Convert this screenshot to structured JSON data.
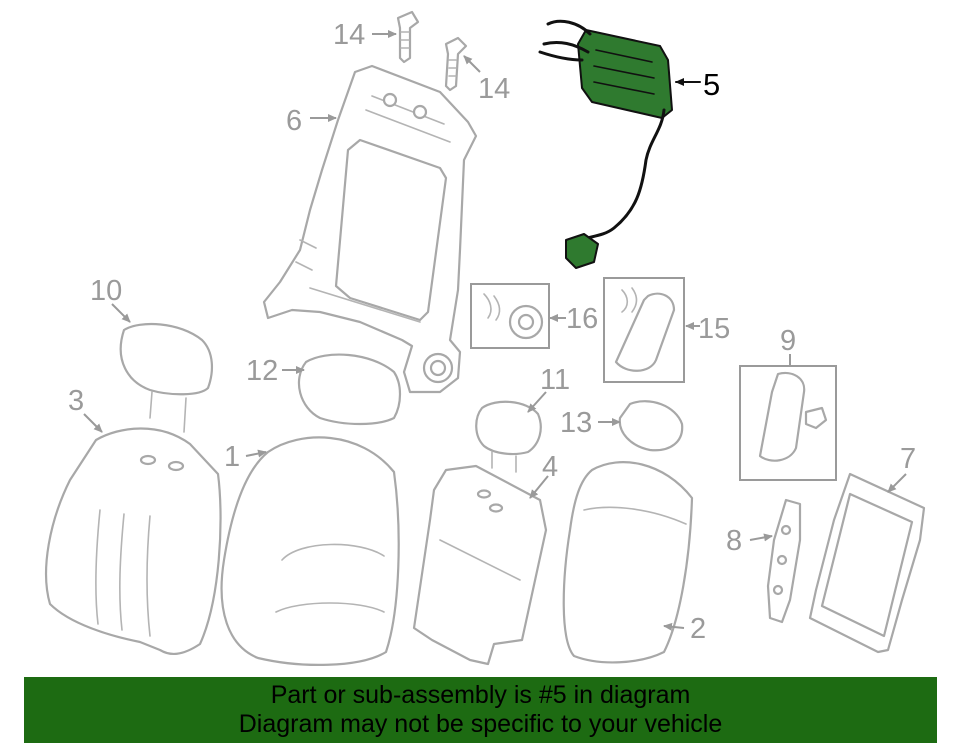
{
  "callouts": {
    "c1": "1",
    "c2": "2",
    "c3": "3",
    "c4": "4",
    "c5": "5",
    "c6": "6",
    "c7": "7",
    "c8": "8",
    "c9": "9",
    "c10": "10",
    "c11": "11",
    "c12": "12",
    "c13": "13",
    "c14a": "14",
    "c14b": "14",
    "c15": "15",
    "c16": "16"
  },
  "banner": {
    "line1": "Part or sub-assembly is #5 in diagram",
    "line2": "Diagram may not be specific to your vehicle"
  },
  "colors": {
    "banner_bg": "#1d6b12",
    "highlight_part": "#2f7a2f",
    "line_gray": "#a8a8a8"
  }
}
